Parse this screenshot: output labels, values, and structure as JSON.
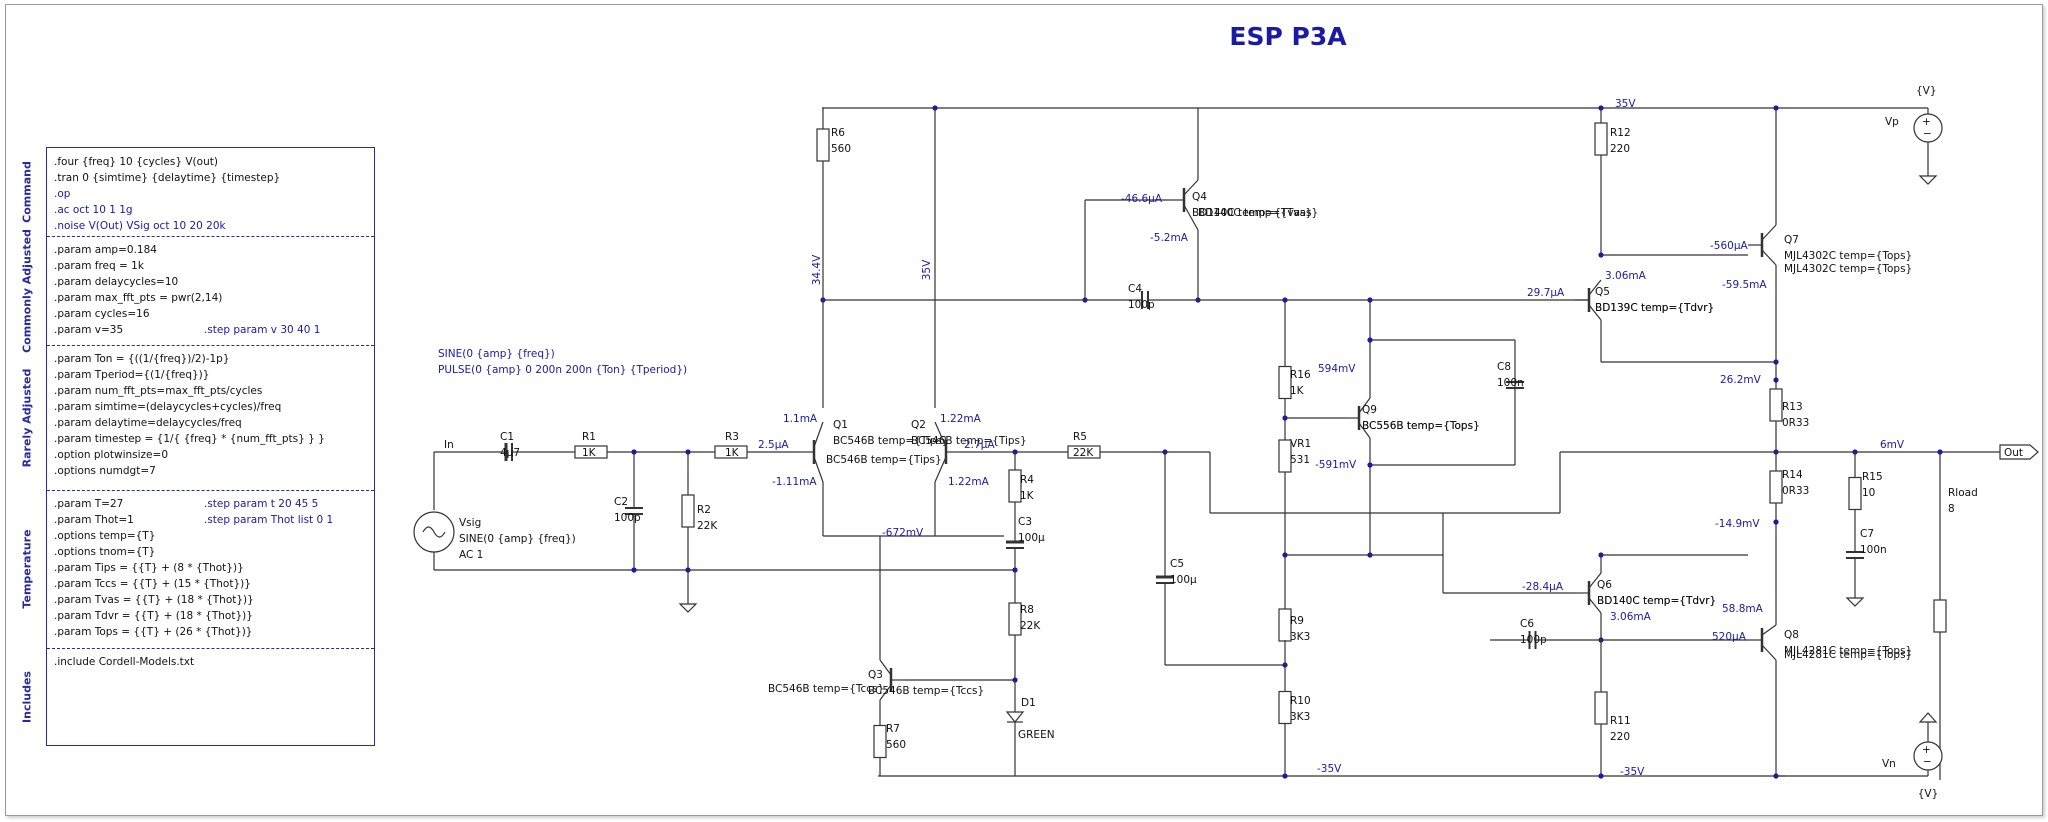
{
  "title": "ESP P3A",
  "sections": [
    {
      "label": "Command",
      "lines": [
        {
          "text": ".four {freq} 10 {cycles} V(out)",
          "color": "black"
        },
        {
          "text": ".tran 0 {simtime} {delaytime} {timestep}",
          "color": "black"
        },
        {
          "text": ".op",
          "color": "blue"
        },
        {
          "text": ".ac oct 10 1 1g",
          "color": "blue"
        },
        {
          "text": ".noise V(Out) VSig oct 10 20 20k",
          "color": "blue"
        }
      ]
    },
    {
      "label": "Commonly Adjusted",
      "lines": [
        {
          "text": ".param amp=0.184",
          "color": "black"
        },
        {
          "text": ".param freq = 1k",
          "color": "black"
        },
        {
          "text": ".param delaycycles=10",
          "color": "black"
        },
        {
          "text": ".param max_fft_pts = pwr(2,14)",
          "color": "black"
        },
        {
          "text": ".param cycles=16",
          "color": "black"
        },
        {
          "text": ".param v=35",
          "color": "black",
          "side": ".step param v 30 40 1"
        }
      ]
    },
    {
      "label": "Rarely Adjusted",
      "lines": [
        {
          "text": ".param Ton = {((1/{freq})/2)-1p}",
          "color": "black"
        },
        {
          "text": ".param Tperiod={(1/{freq})}",
          "color": "black"
        },
        {
          "text": ".param num_fft_pts=max_fft_pts/cycles",
          "color": "black"
        },
        {
          "text": ".param simtime=(delaycycles+cycles)/freq",
          "color": "black"
        },
        {
          "text": ".param delaytime=delaycycles/freq",
          "color": "black"
        },
        {
          "text": ".param timestep = {1/{ {freq} * {num_fft_pts} } }",
          "color": "black"
        },
        {
          "text": ".option plotwinsize=0",
          "color": "black"
        },
        {
          "text": ".options numdgt=7",
          "color": "black"
        }
      ]
    },
    {
      "label": "Temperature",
      "lines": [
        {
          "text": ".param T=27",
          "color": "black",
          "side": ".step param t 20 45 5"
        },
        {
          "text": ".param Thot=1",
          "color": "black",
          "side": ".step param Thot list 0 1"
        },
        {
          "text": ".options temp={T}",
          "color": "black"
        },
        {
          "text": ".options tnom={T}",
          "color": "black"
        },
        {
          "text": ".param Tips = {{T} + (8 * {Thot})}",
          "color": "black"
        },
        {
          "text": ".param Tccs = {{T} + (15 * {Thot})}",
          "color": "black"
        },
        {
          "text": ".param Tvas = {{T} + (18 * {Thot})}",
          "color": "black"
        },
        {
          "text": ".param Tdvr = {{T} + (18 * {Thot})}",
          "color": "black"
        },
        {
          "text": ".param Tops = {{T} + (26 * {Thot})}",
          "color": "black"
        }
      ]
    },
    {
      "label": "Includes",
      "lines": [
        {
          "text": ".include Cordell-Models.txt",
          "color": "black"
        }
      ]
    }
  ],
  "source_directives": [
    "SINE(0 {amp} {freq})",
    "PULSE(0 {amp} 0 200n 200n {Ton} {Tperiod})"
  ],
  "components": {
    "C1": {
      "name": "C1",
      "value": "4µ7"
    },
    "R1": {
      "name": "R1",
      "value": "1K"
    },
    "R3": {
      "name": "R3",
      "value": "1K"
    },
    "C2": {
      "name": "C2",
      "value": "100p"
    },
    "R2": {
      "name": "R2",
      "value": "22K"
    },
    "Vsig": {
      "name": "Vsig",
      "value": "SINE(0 {amp} {freq})",
      "extra": "AC 1"
    },
    "R6": {
      "name": "R6",
      "value": "560"
    },
    "Q1": {
      "name": "Q1",
      "value": "BC546B temp={Tips}"
    },
    "Q2": {
      "name": "Q2",
      "value": "BC546B temp={Tips}"
    },
    "R5": {
      "name": "R5",
      "value": "22K"
    },
    "R4": {
      "name": "R4",
      "value": "1K"
    },
    "C3": {
      "name": "C3",
      "value": "100µ"
    },
    "R8": {
      "name": "R8",
      "value": "22K"
    },
    "D1": {
      "name": "D1",
      "value": "GREEN"
    },
    "Q3": {
      "name": "Q3",
      "value": "BC546B temp={Tccs}"
    },
    "R7": {
      "name": "R7",
      "value": "560"
    },
    "Q4": {
      "name": "Q4",
      "value": "BD140C temp={Tvas}"
    },
    "C4": {
      "name": "C4",
      "value": "100p"
    },
    "C5": {
      "name": "C5",
      "value": "100µ"
    },
    "R16": {
      "name": "R16",
      "value": "1K"
    },
    "VR1": {
      "name": "VR1",
      "value": "531"
    },
    "R9": {
      "name": "R9",
      "value": "3K3"
    },
    "R10": {
      "name": "R10",
      "value": "3K3"
    },
    "Q9": {
      "name": "Q9",
      "value": "BC556B temp={Tops}"
    },
    "C8": {
      "name": "C8",
      "value": "100n"
    },
    "R12": {
      "name": "R12",
      "value": "220"
    },
    "Q5": {
      "name": "Q5",
      "value": "BD139C temp={Tdvr}"
    },
    "Q7": {
      "name": "Q7",
      "value": "MJL4302C temp={Tops}"
    },
    "R13": {
      "name": "R13",
      "value": "0R33"
    },
    "R14": {
      "name": "R14",
      "value": "0R33"
    },
    "Q6": {
      "name": "Q6",
      "value": "BD140C temp={Tdvr}"
    },
    "C6": {
      "name": "C6",
      "value": "100p"
    },
    "R11": {
      "name": "R11",
      "value": "220"
    },
    "Q8": {
      "name": "Q8",
      "value": "MJL4281C temp={Tops}"
    },
    "R15": {
      "name": "R15",
      "value": "10"
    },
    "C7": {
      "name": "C7",
      "value": "100n"
    },
    "Rload": {
      "name": "Rload",
      "value": "8"
    },
    "Vp": {
      "name": "Vp",
      "param": "{V}"
    },
    "Vn": {
      "name": "Vn",
      "param": "{V}"
    }
  },
  "nets": {
    "in": "In",
    "out": "Out"
  },
  "measurements": {
    "q1c": "1.1mA",
    "q1b": "2.5µA",
    "q1e": "-1.11mA",
    "q2c": "1.22mA",
    "q2b": "2.7µA",
    "q2e": "1.22mA",
    "tail": "-672mV",
    "v344": "34.4V",
    "v35": "35V",
    "q4b": "-46.6µA",
    "q4c": "-5.2mA",
    "q9t": "594mV",
    "q9b": "-591mV",
    "q5b": "29.7µA",
    "q5c": "3.06mA",
    "q7b": "-560µA",
    "q7e": "-59.5mA",
    "r13": "26.2mV",
    "out": "6mV",
    "r14": "-14.9mV",
    "q6b": "-28.4µA",
    "q6c": "3.06mA",
    "q8e": "58.8mA",
    "q8b": "520µA",
    "rail_top": "35V",
    "rail_bot1": "-35V",
    "rail_bot2": "-35V"
  }
}
